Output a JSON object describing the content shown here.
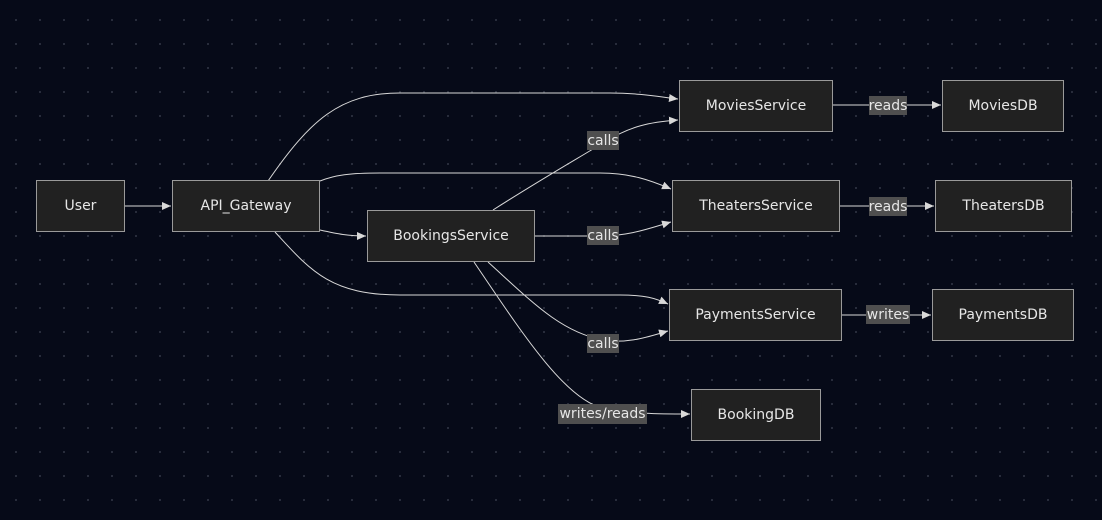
{
  "nodes": {
    "user": "User",
    "api_gateway": "API_Gateway",
    "bookings_service": "BookingsService",
    "movies_service": "MoviesService",
    "theaters_service": "TheatersService",
    "payments_service": "PaymentsService",
    "movies_db": "MoviesDB",
    "theaters_db": "TheatersDB",
    "payments_db": "PaymentsDB",
    "booking_db": "BookingDB"
  },
  "edge_labels": {
    "bookings_to_movies": "calls",
    "bookings_to_theaters": "calls",
    "bookings_to_payments": "calls",
    "bookings_to_bookingdb": "writes/reads",
    "movies_to_db": "reads",
    "theaters_to_db": "reads",
    "payments_to_db": "writes"
  },
  "edges": [
    {
      "from": "User",
      "to": "API_Gateway",
      "label": ""
    },
    {
      "from": "API_Gateway",
      "to": "MoviesService",
      "label": ""
    },
    {
      "from": "API_Gateway",
      "to": "TheatersService",
      "label": ""
    },
    {
      "from": "API_Gateway",
      "to": "BookingsService",
      "label": ""
    },
    {
      "from": "API_Gateway",
      "to": "PaymentsService",
      "label": ""
    },
    {
      "from": "BookingsService",
      "to": "MoviesService",
      "label": "calls"
    },
    {
      "from": "BookingsService",
      "to": "TheatersService",
      "label": "calls"
    },
    {
      "from": "BookingsService",
      "to": "PaymentsService",
      "label": "calls"
    },
    {
      "from": "BookingsService",
      "to": "BookingDB",
      "label": "writes/reads"
    },
    {
      "from": "MoviesService",
      "to": "MoviesDB",
      "label": "reads"
    },
    {
      "from": "TheatersService",
      "to": "TheatersDB",
      "label": "reads"
    },
    {
      "from": "PaymentsService",
      "to": "PaymentsDB",
      "label": "writes"
    }
  ],
  "colors": {
    "background": "#060a18",
    "node_fill": "#212121",
    "node_border": "#9a9a9a",
    "edge": "#d8d8d8",
    "label_fill": "#4f4f4f",
    "text": "#e6e6e6"
  }
}
